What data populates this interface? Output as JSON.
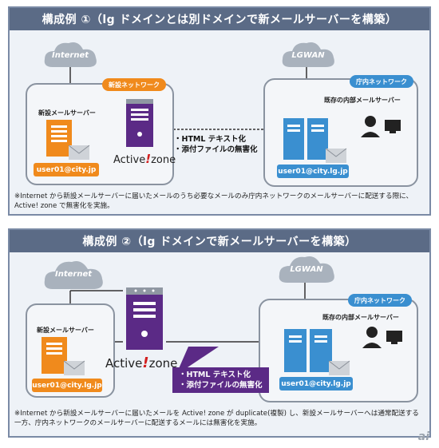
{
  "panels": [
    {
      "title": "構成例 ①（lg ドメインとは別ドメインで新メールサーバーを構築）",
      "cloud_internet": "Internet",
      "cloud_lgwan": "LGWAN",
      "new_network_tag": "新設ネットワーク",
      "internal_network_tag": "庁内ネットワーク",
      "new_mail_server_label": "新設メールサーバー",
      "existing_server_label": "既存の内部メールサーバー",
      "address_left": "user01@city.jp",
      "address_right": "user01@city.lg.jp",
      "product_name": "Active",
      "product_mark": "!",
      "product_suffix": "zone",
      "features": [
        "・HTML テキスト化",
        "・添付ファイルの無害化"
      ],
      "note": "※Internet から新設メールサーバーに届いたメールのうち必要なメールのみ庁内ネットワークのメールサーバーに配送する際に、Active! zone で無害化を実施。"
    },
    {
      "title": "構成例 ②（lg ドメインで新メールサーバーを構築）",
      "cloud_internet": "Internet",
      "cloud_lgwan": "LGWAN",
      "internal_network_tag": "庁内ネットワーク",
      "new_mail_server_label": "新設メールサーバー",
      "existing_server_label": "既存の内部メールサーバー",
      "address_left": "user01@city.lg.jp",
      "address_right": "user01@city.lg.jp",
      "product_name": "Active",
      "product_mark": "!",
      "product_suffix": "zone",
      "features": [
        "・HTML テキスト化",
        "・添付ファイルの無害化"
      ],
      "note": "※Internet から新設メールサーバーに届いたメールを Active! zone が duplicate(複製) し、新設メールサーバーへは通常配送する一方、庁内ネットワークのメールサーバーに配送するメールには無害化を実施。"
    }
  ],
  "watermark": "ai",
  "colors": {
    "title_bar": "#5b6b86",
    "orange": "#f08a1c",
    "blue": "#3a8fd0",
    "purple": "#5b2a86",
    "cloud": "#a9b2bd"
  }
}
